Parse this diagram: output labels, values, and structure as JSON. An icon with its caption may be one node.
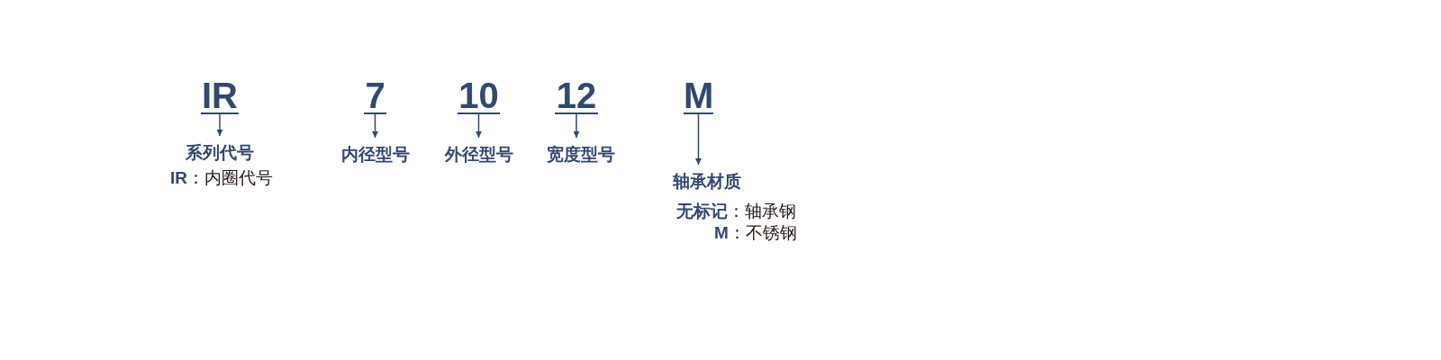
{
  "diagram": {
    "nodes": [
      {
        "text": [
          "IR"
        ]
      },
      {
        "text": [
          "系列代号"
        ],
        "beside": [
          "**IR**：内圈代号"
        ]
      },
      {
        "text": [
          "7"
        ]
      },
      {
        "text": [
          "内径型号"
        ]
      },
      {
        "text": [
          "10"
        ]
      },
      {
        "text": [
          "外径型号"
        ]
      },
      {
        "text": [
          "12"
        ]
      },
      {
        "text": [
          "宽度型号"
        ]
      },
      {
        "text": [
          "M"
        ]
      },
      {
        "text": [
          "轴承材质"
        ],
        "beside": [
          "**无标记**：轴承钢",
          "**M**：不锈钢"
        ]
      }
    ],
    "edges": [
      {
        "from": 0,
        "to": 1,
        "arrow": "to"
      },
      {
        "from": 2,
        "to": 3,
        "arrow": "to"
      },
      {
        "from": 4,
        "to": 5,
        "arrow": "to"
      },
      {
        "from": 6,
        "to": 7,
        "arrow": "to"
      },
      {
        "from": 8,
        "to": 9,
        "arrow": "to"
      }
    ]
  }
}
